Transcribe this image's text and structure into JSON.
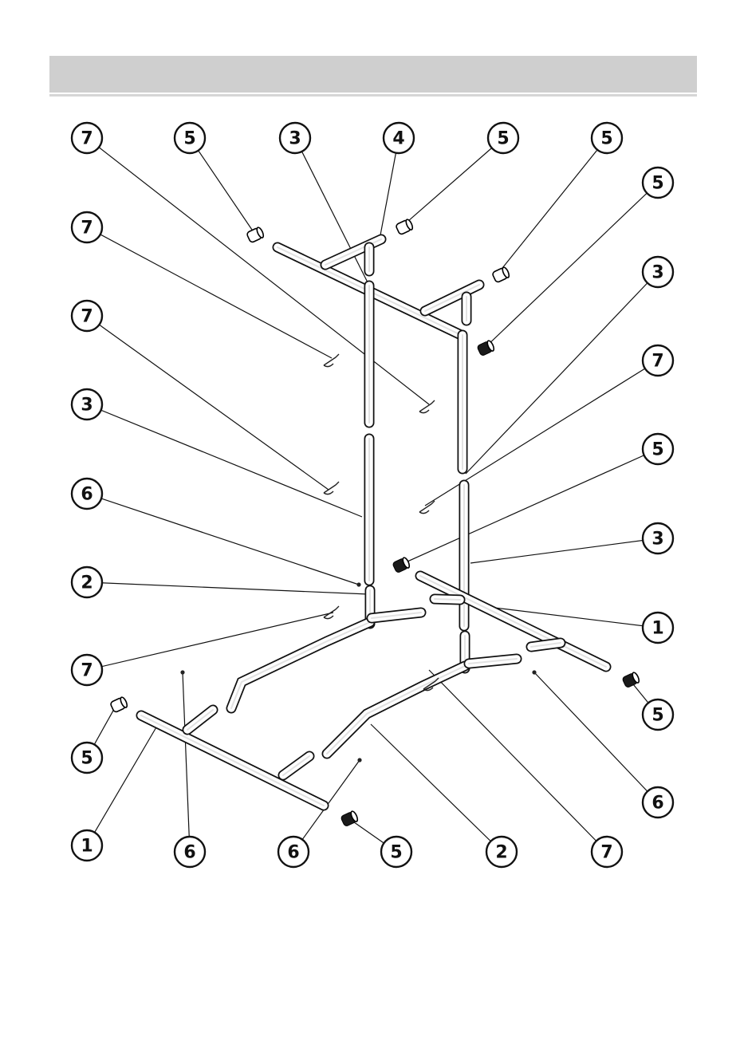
{
  "header": {
    "title": ""
  },
  "callouts": [
    {
      "label": "7"
    },
    {
      "label": "5"
    },
    {
      "label": "3"
    },
    {
      "label": "4"
    },
    {
      "label": "5"
    },
    {
      "label": "5"
    },
    {
      "label": "5"
    },
    {
      "label": "7"
    },
    {
      "label": "3"
    },
    {
      "label": "7"
    },
    {
      "label": "7"
    },
    {
      "label": "3"
    },
    {
      "label": "5"
    },
    {
      "label": "6"
    },
    {
      "label": "3"
    },
    {
      "label": "2"
    },
    {
      "label": "1"
    },
    {
      "label": "7"
    },
    {
      "label": "5"
    },
    {
      "label": "5"
    },
    {
      "label": "6"
    },
    {
      "label": "1"
    },
    {
      "label": "6"
    },
    {
      "label": "6"
    },
    {
      "label": "5"
    },
    {
      "label": "2"
    },
    {
      "label": "7"
    }
  ],
  "parts": {
    "caps": [
      {
        "name": "end-cap",
        "style": "light"
      },
      {
        "name": "end-cap",
        "style": "light"
      },
      {
        "name": "end-cap",
        "style": "light"
      },
      {
        "name": "end-cap",
        "style": "dark"
      },
      {
        "name": "end-cap",
        "style": "dark"
      },
      {
        "name": "end-cap",
        "style": "dark"
      },
      {
        "name": "end-cap",
        "style": "light"
      },
      {
        "name": "end-cap",
        "style": "dark"
      }
    ]
  },
  "colors": {
    "header": "#cfcfcf",
    "line": "#111111",
    "background": "#ffffff"
  }
}
